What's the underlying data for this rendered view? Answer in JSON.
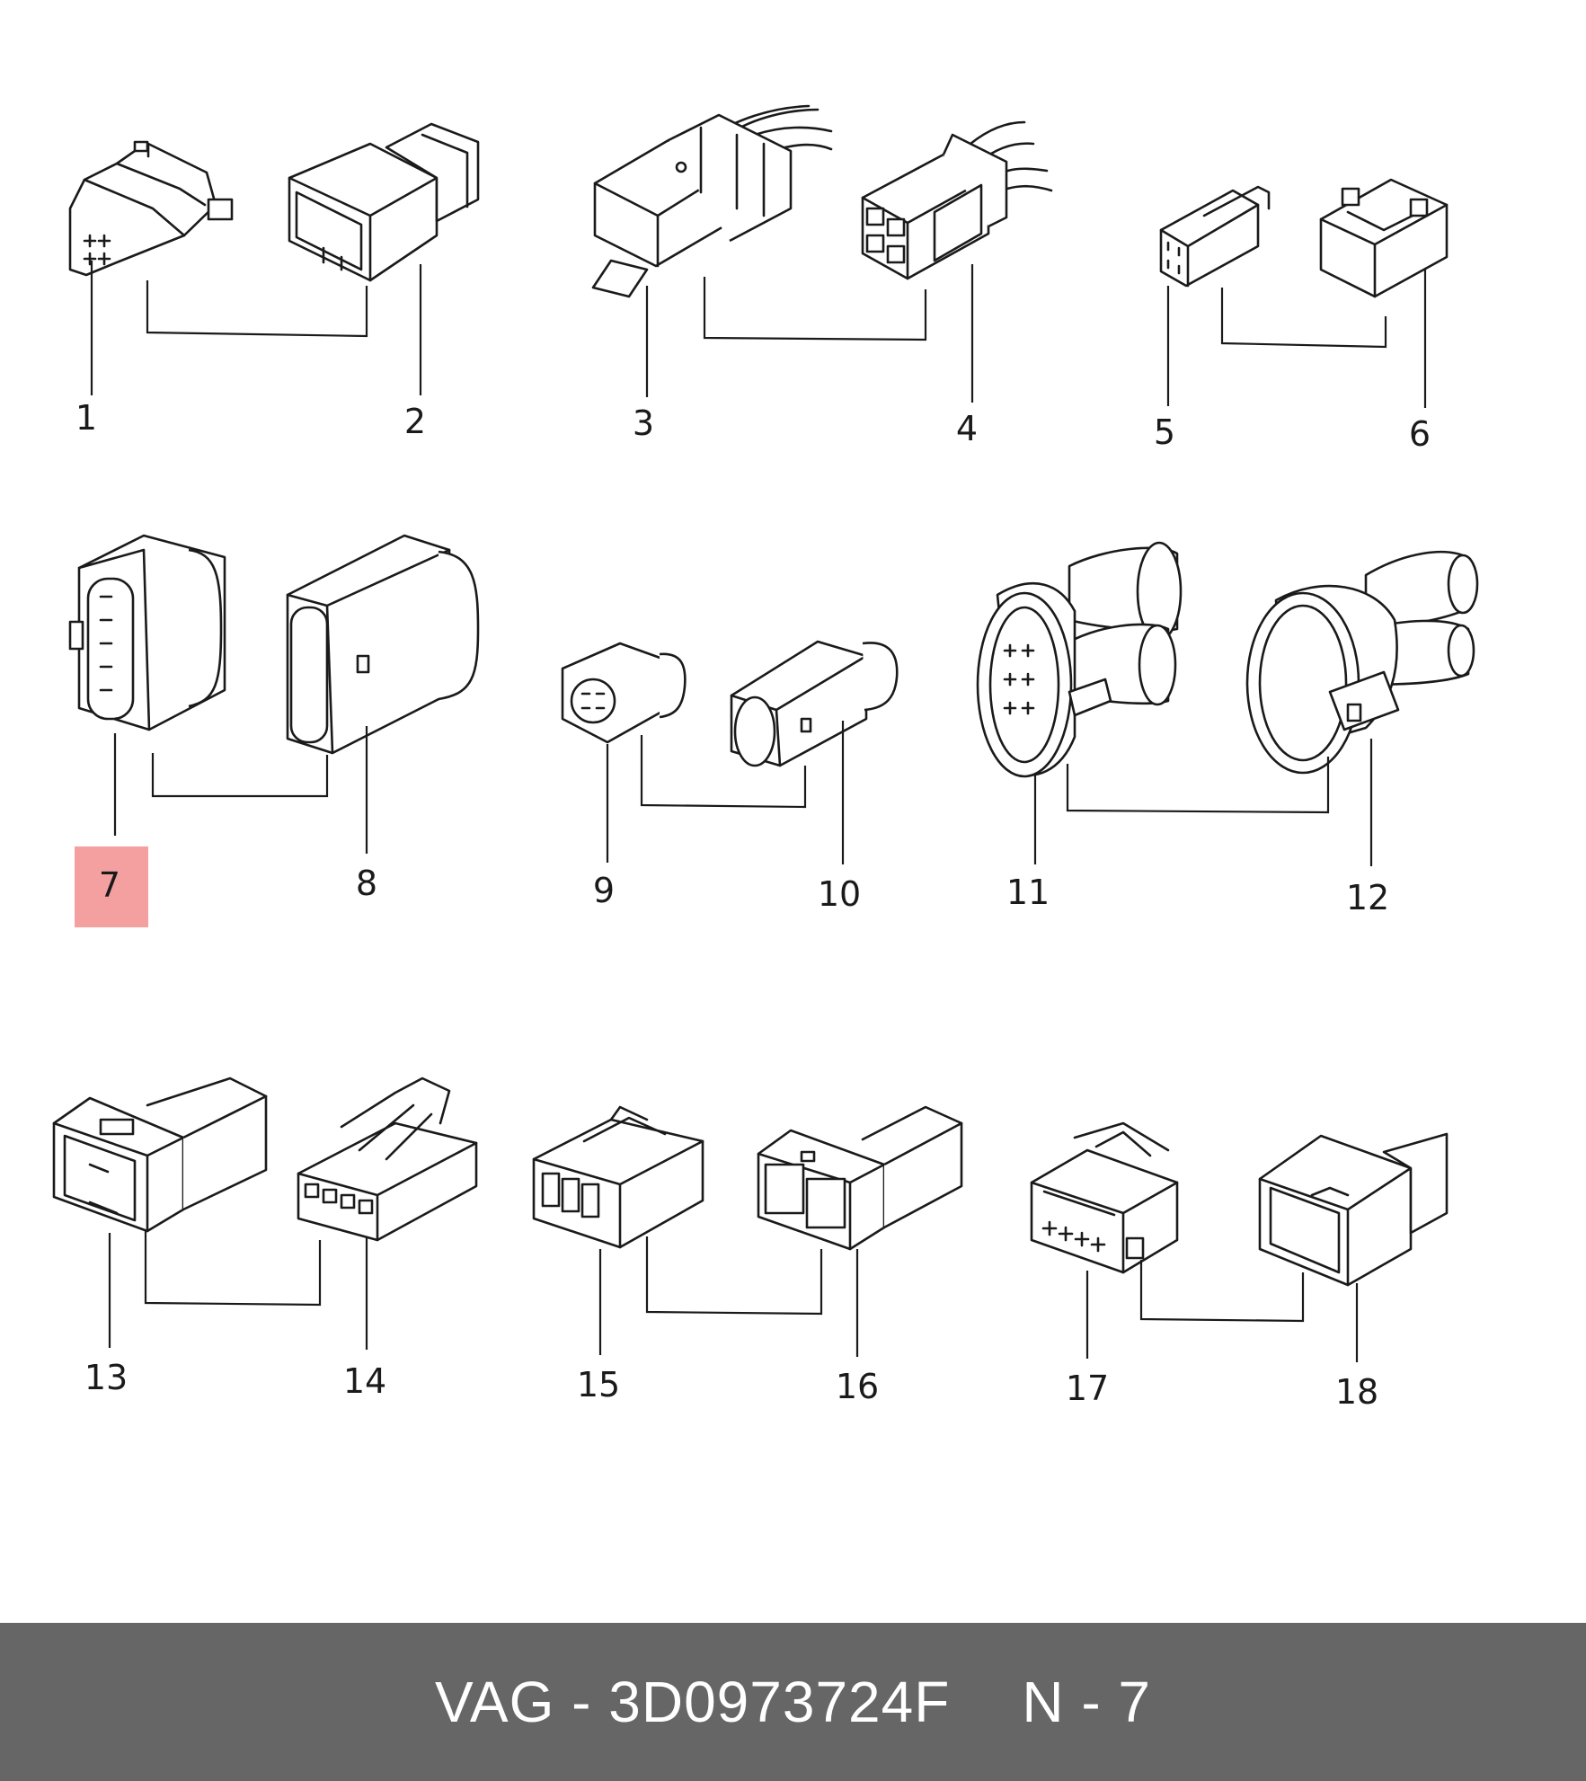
{
  "callouts": [
    "1",
    "2",
    "3",
    "4",
    "5",
    "6",
    "7",
    "8",
    "9",
    "10",
    "11",
    "12",
    "13",
    "14",
    "15",
    "16",
    "17",
    "18"
  ],
  "highlighted_callout": "7",
  "highlight_color": "#f4a0a0",
  "footer": {
    "brand_part": "VAG - 3D0973724F",
    "position": "N - 7",
    "background": "#666666",
    "text_color": "#ffffff"
  }
}
